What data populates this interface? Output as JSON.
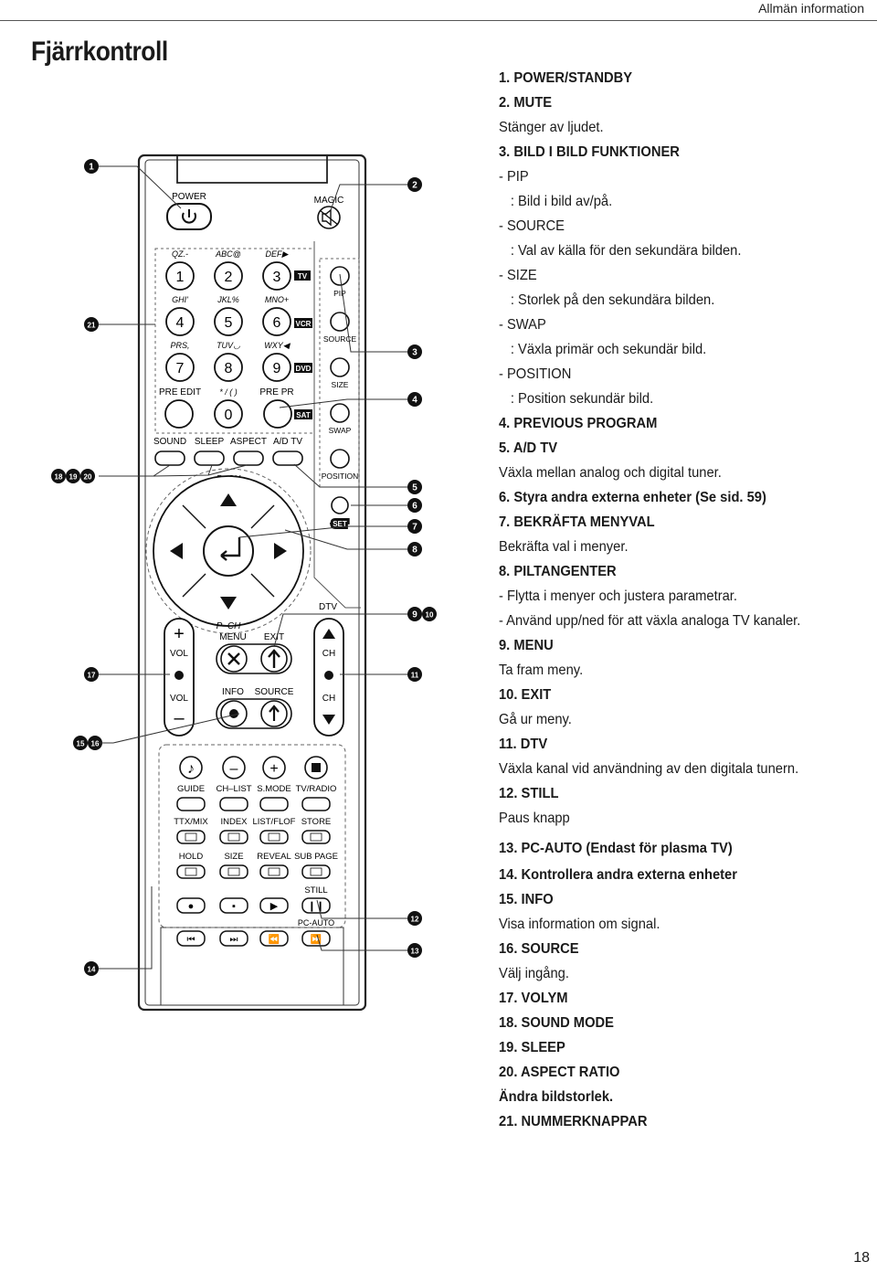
{
  "header": "Allmän information",
  "title": "Fjärrkontroll",
  "page_number": "18",
  "callouts": {
    "c1": "1",
    "c2": "2",
    "c3": "3",
    "c4": "4",
    "c5": "5",
    "c6": "6",
    "c7": "7",
    "c8": "8",
    "c910": "9 10",
    "c11": "11",
    "c12": "12",
    "c13": "13",
    "c14": "14",
    "c1516": "15 16",
    "c17": "17",
    "c181920": "18 19 20",
    "c21": "21"
  },
  "remote": {
    "power": "POWER",
    "magic": "MAGIC",
    "letters": [
      "QZ.-",
      "ABC@",
      "DEF▶",
      "GHI'",
      "JKL%",
      "MNO+",
      "PRS,",
      "TUV◡",
      "WXY◀"
    ],
    "digits": [
      "1",
      "2",
      "3",
      "4",
      "5",
      "6",
      "7",
      "8",
      "9",
      "0"
    ],
    "modes": [
      "TV",
      "VCR",
      "DVD",
      "SAT"
    ],
    "pre_edit": "PRE EDIT",
    "sym": "* / ( )",
    "pre_pr": "PRE PR",
    "side": [
      "PIP",
      "SOURCE",
      "SIZE",
      "SWAP",
      "POSITION"
    ],
    "set": "SET",
    "sound": "SOUND",
    "sleep": "SLEEP",
    "aspect": "ASPECT",
    "adtv": "A/D TV",
    "pch_top": "P–CH",
    "pch_bottom": "P–CH",
    "dtv": "DTV",
    "menu": "MENU",
    "exit": "EXIT",
    "vol": "VOL",
    "ch": "CH",
    "info": "INFO",
    "source": "SOURCE",
    "row1": [
      "GUIDE",
      "CH–LIST",
      "S.MODE",
      "TV/RADIO"
    ],
    "row2": [
      "TTX/MIX",
      "INDEX",
      "LIST/FLOF",
      "STORE"
    ],
    "row3": [
      "HOLD",
      "SIZE",
      "REVEAL",
      "SUB PAGE"
    ],
    "still": "STILL",
    "pc_auto": "PC-AUTO"
  },
  "items": [
    {
      "text": "1. POWER/STANDBY",
      "style": "h"
    },
    {
      "text": "2. MUTE",
      "style": "h"
    },
    {
      "text": "Stänger av ljudet.",
      "style": "t"
    },
    {
      "text": "3. BILD I BILD FUNKTIONER",
      "style": "h"
    },
    {
      "text": "- PIP",
      "style": "t"
    },
    {
      "text": ": Bild i bild av/på.",
      "style": "i"
    },
    {
      "text": "- SOURCE",
      "style": "t"
    },
    {
      "text": ": Val av källa för den sekundära bilden.",
      "style": "i"
    },
    {
      "text": "- SIZE",
      "style": "t"
    },
    {
      "text": ": Storlek på den sekundära bilden.",
      "style": "i"
    },
    {
      "text": "- SWAP",
      "style": "t"
    },
    {
      "text": ": Växla primär och sekundär bild.",
      "style": "i"
    },
    {
      "text": "- POSITION",
      "style": "t"
    },
    {
      "text": ": Position sekundär bild.",
      "style": "i"
    },
    {
      "text": "4. PREVIOUS PROGRAM",
      "style": "h"
    },
    {
      "text": "5. A/D TV",
      "style": "h"
    },
    {
      "text": "Växla mellan analog och digital tuner.",
      "style": "t"
    },
    {
      "text": "6. Styra andra externa enheter (Se sid. 59)",
      "style": "h"
    },
    {
      "text": "7. BEKRÄFTA MENYVAL",
      "style": "h"
    },
    {
      "text": "Bekräfta val i menyer.",
      "style": "t"
    },
    {
      "text": "8. PILTANGENTER",
      "style": "h"
    },
    {
      "text": "- Flytta i menyer och justera parametrar.",
      "style": "t"
    },
    {
      "text": "- Använd upp/ned för att växla analoga TV kanaler.",
      "style": "t"
    },
    {
      "text": "9. MENU",
      "style": "h"
    },
    {
      "text": "Ta fram meny.",
      "style": "t"
    },
    {
      "text": "10. EXIT",
      "style": "h"
    },
    {
      "text": "Gå ur meny.",
      "style": "t"
    },
    {
      "text": "11. DTV",
      "style": "h"
    },
    {
      "text": "Växla kanal vid användning av den digitala tunern.",
      "style": "t"
    },
    {
      "text": "12. STILL",
      "style": "h"
    },
    {
      "text": "Paus knapp",
      "style": "t"
    },
    {
      "text": "13. PC-AUTO (Endast för plasma TV)",
      "style": "h"
    },
    {
      "text": "14. Kontrollera andra externa enheter",
      "style": "h"
    },
    {
      "text": "15. INFO",
      "style": "h"
    },
    {
      "text": "Visa information om signal.",
      "style": "t"
    },
    {
      "text": "16. SOURCE",
      "style": "h"
    },
    {
      "text": "Välj ingång.",
      "style": "t"
    },
    {
      "text": "17. VOLYM",
      "style": "h"
    },
    {
      "text": "18. SOUND MODE",
      "style": "h"
    },
    {
      "text": "19. SLEEP",
      "style": "h"
    },
    {
      "text": "20. ASPECT RATIO",
      "style": "h"
    },
    {
      "text": "Ändra bildstorlek.",
      "style": "h"
    },
    {
      "text": "21. NUMMERKNAPPAR",
      "style": "h"
    }
  ]
}
